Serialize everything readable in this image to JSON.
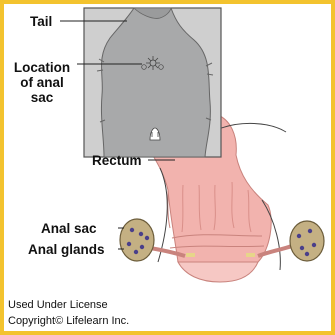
{
  "labels": {
    "tail": "Tail",
    "location_line1": "Location",
    "location_line2": "of anal",
    "location_line3": "sac",
    "rectum": "Rectum",
    "anal_sac": "Anal sac",
    "anal_glands": "Anal glands"
  },
  "credit": {
    "line1": "Used Under License",
    "line2": "Copyright© Lifelearn Inc."
  },
  "colors": {
    "border": "#f3c32e",
    "inset_bg": "#cfcfcf",
    "body": "#a8a9aa",
    "rectum": "#f2b3ae",
    "gland": "#c4b083"
  }
}
